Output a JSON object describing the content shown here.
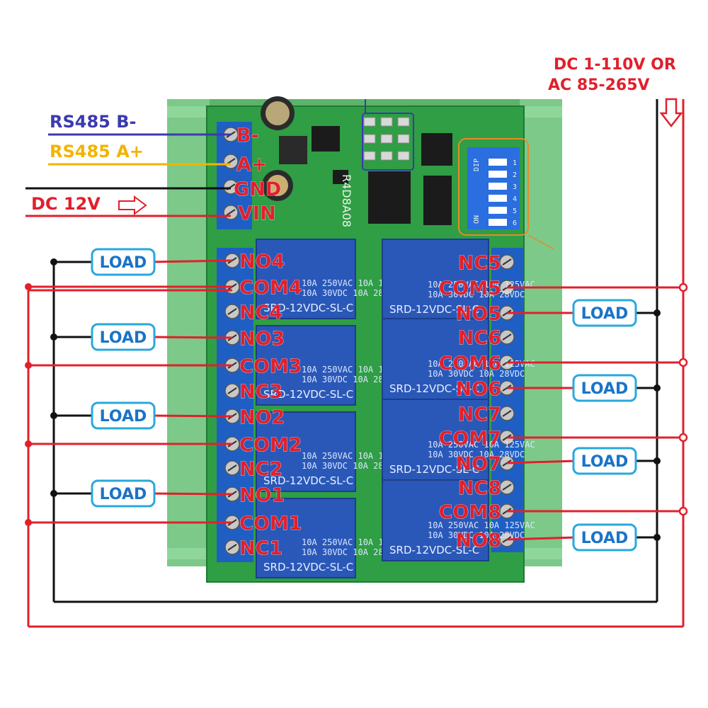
{
  "power_label": [
    "DC 1-110V OR",
    "AC 85-265V"
  ],
  "inputs": [
    {
      "label": "RS485 B-",
      "color": "#3a3ab0"
    },
    {
      "label": "RS485 A+",
      "color": "#f2b400"
    },
    {
      "label": "DC 12V",
      "color": "#e0202c"
    }
  ],
  "input_terminals": [
    "B-",
    "A+",
    "GND",
    "VIN"
  ],
  "board_model": "R4D8A08",
  "left_terminals": [
    "NO4",
    "COM4",
    "NC4",
    "NO3",
    "COM3",
    "NC3",
    "NO2",
    "COM2",
    "NC2",
    "NO1",
    "COM1",
    "NC1"
  ],
  "right_terminals": [
    "NC5",
    "COM5",
    "NO5",
    "NC6",
    "COM6",
    "NO6",
    "NC7",
    "COM7",
    "NO7",
    "NC8",
    "COM8",
    "NO8"
  ],
  "load_label": "LOAD",
  "relay_marking": {
    "model": "SRD-12VDC-SL-C",
    "rating_1": "10A 250VAC  10A 125VAC",
    "rating_2": "10A 30VDC   10A 28VDC"
  },
  "dip_switch": {
    "label": "DIP",
    "on_label": "ON",
    "positions": [
      "1",
      "2",
      "3",
      "4",
      "5",
      "6"
    ]
  },
  "colors": {
    "pcb": "#2f9e44",
    "rail": "#6fbf7a",
    "terminal_block": "#1f5fc4",
    "relay": "#2a58b8",
    "wire_red": "#e0202c",
    "wire_black": "#111111",
    "load_border": "#28a8dc"
  }
}
